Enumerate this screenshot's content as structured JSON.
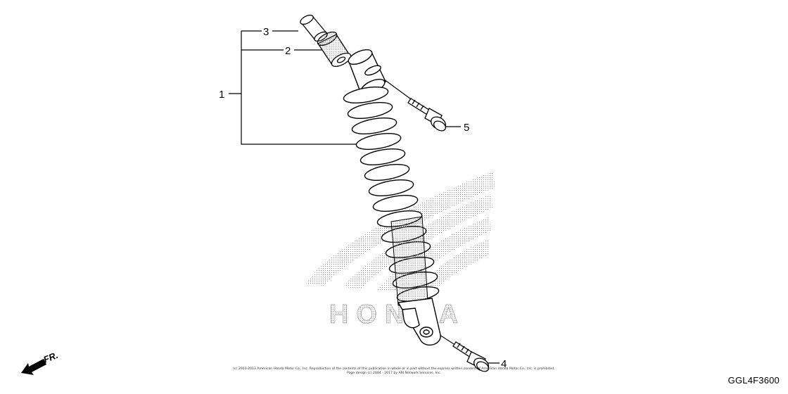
{
  "callouts": {
    "part_1": "1",
    "part_2": "2",
    "part_3": "3",
    "part_4": "4",
    "part_5": "5"
  },
  "watermark": {
    "text": "HONDA"
  },
  "direction": {
    "label": "FR."
  },
  "copyright": {
    "line1": "(c) 2003-2013 American Honda Motor Co., Inc. Reproduction of the contents of this publication in whole or in part without the express written consent of American Honda Motor Co., Inc. is prohibited.",
    "line2": "Page design (c) 2004 - 2017 by ARI Network Services, Inc."
  },
  "diagram_code": "GGL4F3600",
  "colors": {
    "ink": "#000000",
    "watermark_dots": "#9a9a9a",
    "background": "#ffffff"
  }
}
